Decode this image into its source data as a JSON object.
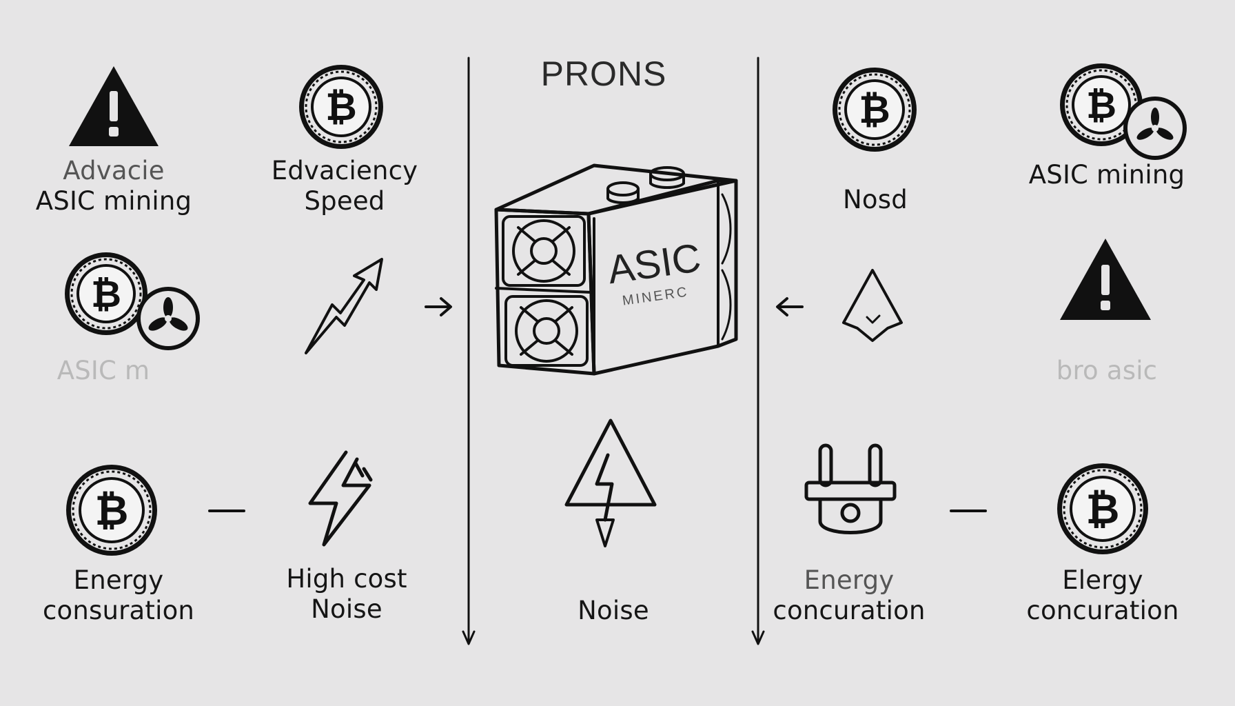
{
  "title": "PRONS",
  "miner": {
    "brand": "ASIC",
    "sub": "MINERC"
  },
  "left": {
    "r1c1": {
      "line1": "Advacie",
      "line2": "ASIC mining"
    },
    "r1c2": {
      "line1": "Edvaciency",
      "line2": "Speed"
    },
    "r2c1": {
      "line1": "ASIC m"
    },
    "r3c1": {
      "line1": "Energy",
      "line2": "consuration"
    },
    "r3c2": {
      "line1": "High cost",
      "line2": "Noise"
    }
  },
  "center": {
    "bottom": "Noise"
  },
  "right": {
    "r1c1": {
      "line1": "Nosd"
    },
    "r1c2": {
      "line1": "ASIC mining"
    },
    "r2c2": {
      "line1": "bro asic"
    },
    "r3c1": {
      "line1": "Energy",
      "line2": "concuration"
    },
    "r3c2": {
      "line1": "Elergy",
      "line2": "concuration"
    }
  },
  "icons": [
    "warning-icon",
    "bitcoin-icon",
    "fan-icon",
    "arrow-up-right-icon",
    "lightning-icon",
    "plug-icon",
    "asic-miner-icon"
  ]
}
